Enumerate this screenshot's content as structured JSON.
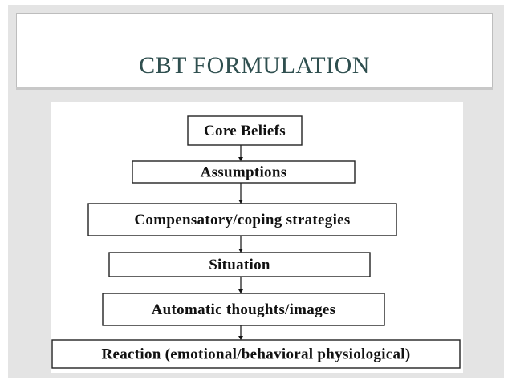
{
  "slide": {
    "title": "CBT FORMULATION",
    "colors": {
      "title": "#2f4f4f",
      "background": "#e4e4e4",
      "box_border": "#222222"
    }
  },
  "diagram": {
    "nodes": [
      {
        "id": "core-beliefs",
        "label": "Core Beliefs"
      },
      {
        "id": "assumptions",
        "label": "Assumptions"
      },
      {
        "id": "compensatory",
        "label": "Compensatory/coping strategies"
      },
      {
        "id": "situation",
        "label": "Situation"
      },
      {
        "id": "automatic-thoughts",
        "label": "Automatic thoughts/images"
      },
      {
        "id": "reaction",
        "label": "Reaction (emotional/behavioral physiological)"
      }
    ],
    "edges": [
      {
        "from": "core-beliefs",
        "to": "assumptions"
      },
      {
        "from": "assumptions",
        "to": "compensatory"
      },
      {
        "from": "compensatory",
        "to": "situation"
      },
      {
        "from": "situation",
        "to": "automatic-thoughts"
      },
      {
        "from": "automatic-thoughts",
        "to": "reaction"
      }
    ]
  }
}
